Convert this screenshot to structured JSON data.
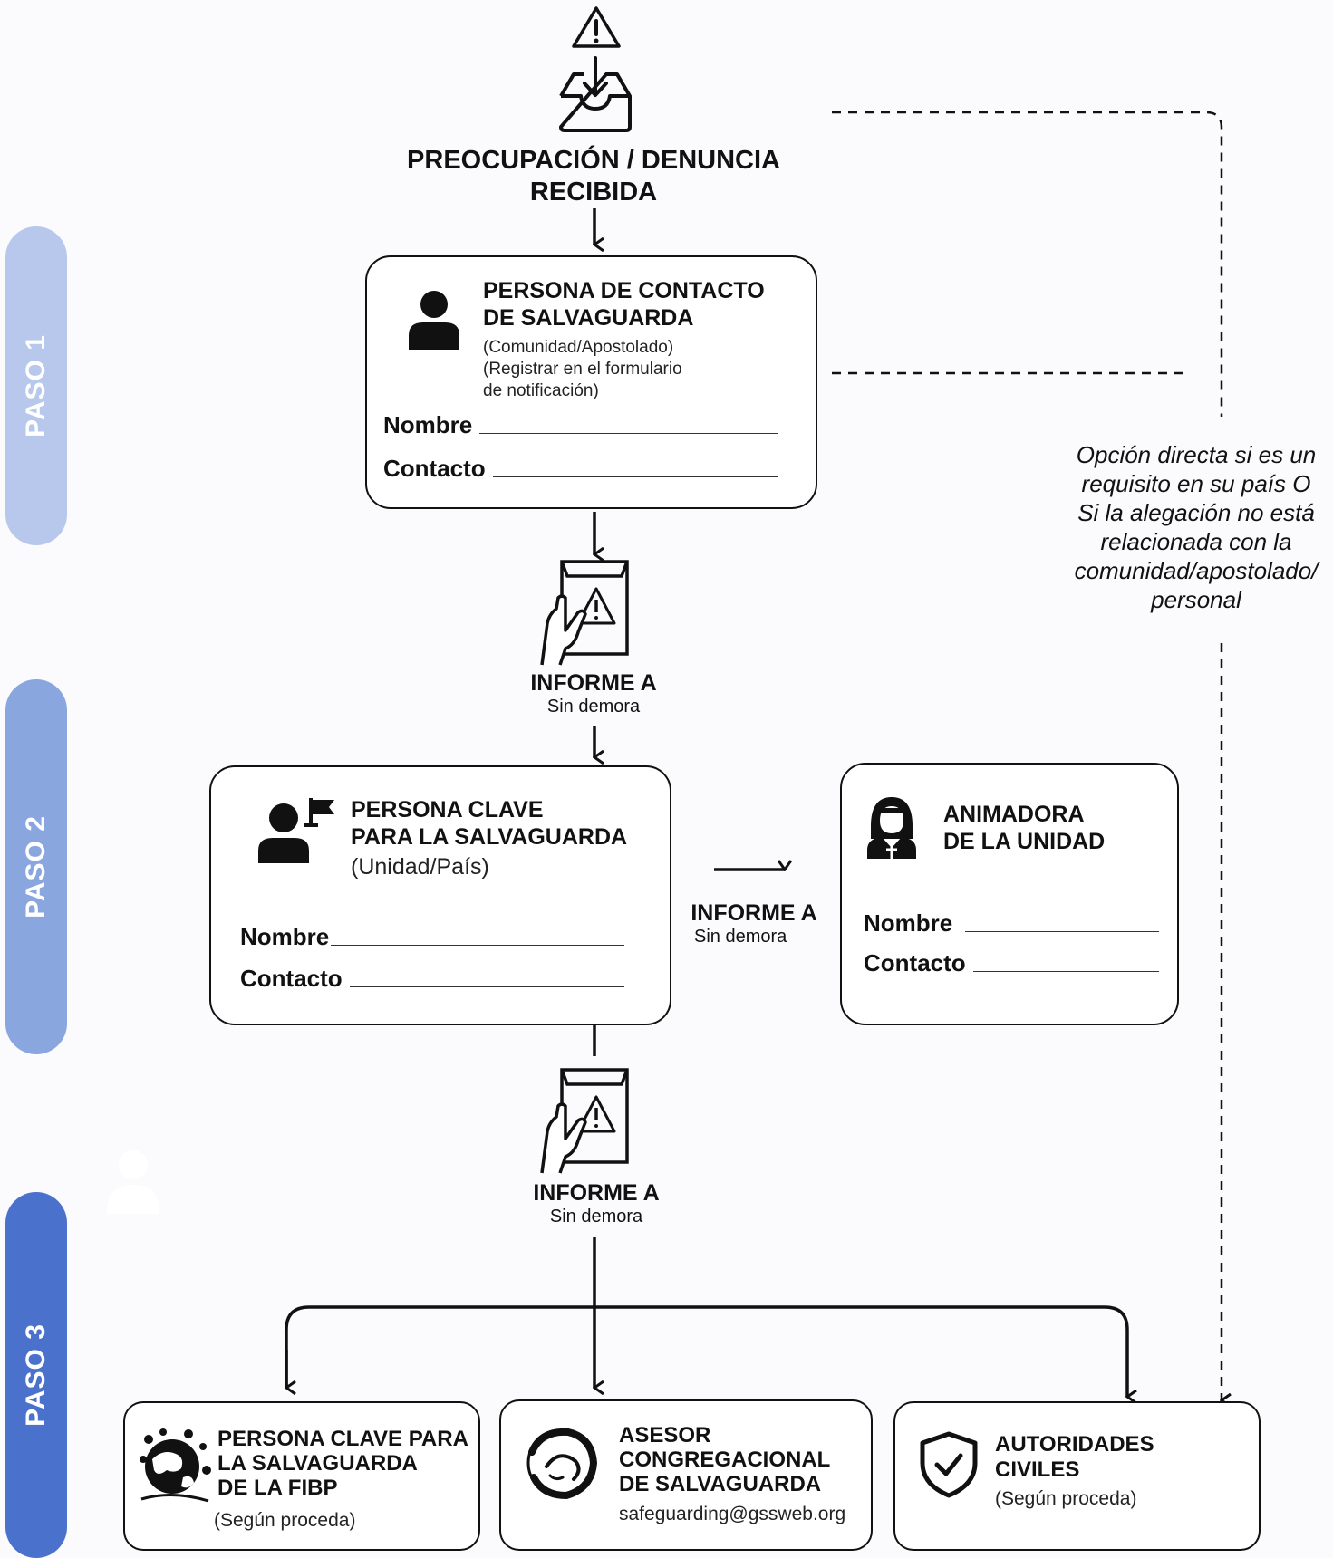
{
  "steps": [
    "PASO 1",
    "PASO 2",
    "PASO 3"
  ],
  "step_colors": [
    "#b7c8ec",
    "#8aa6df",
    "#4a72cc"
  ],
  "received": {
    "title_line1": "PREOCUPACIÓN / DENUNCIA",
    "title_line2": "RECIBIDA",
    "icons": [
      "warning-icon",
      "inbox-icon"
    ]
  },
  "contact_card": {
    "title_line1": "PERSONA DE CONTACTO",
    "title_line2": "DE SALVAGUARDA",
    "sub_line1": "(Comunidad/Apostolado)",
    "sub_line2": "(Registrar en el formulario",
    "sub_line3": "de notificación)",
    "field_name": "Nombre",
    "field_contact": "Contacto",
    "icon": "person-icon"
  },
  "informe_labels": [
    {
      "title": "INFORME A",
      "sub": "Sin demora"
    },
    {
      "title": "INFORME A",
      "sub": "Sin demora"
    },
    {
      "title": "INFORME A",
      "sub": "Sin demora"
    }
  ],
  "key_card": {
    "title_line1": "PERSONA CLAVE",
    "title_line2": "PARA LA SALVAGUARDA",
    "sub": "(Unidad/País)",
    "field_name": "Nombre",
    "field_contact": "Contacto",
    "icon": "person-flag-icon"
  },
  "leader_card": {
    "title_line1": "ANIMADORA",
    "title_line2": "DE LA UNIDAD",
    "field_name": "Nombre",
    "field_contact": "Contacto",
    "icon": "nun-icon"
  },
  "direct_note": {
    "line1": "Opción directa si es un",
    "line2": "requisito en su país O",
    "line3": "Si la alegación no está",
    "line4": "relacionada con la",
    "line5": "comunidad/apostolado/",
    "line6": "personal"
  },
  "bottom": [
    {
      "line1": "PERSONA CLAVE PARA",
      "line2": "LA SALVAGUARDA",
      "line3": "DE LA FIBP",
      "sub": "(Según proceda)",
      "icon": "fibp-globe-logo"
    },
    {
      "line1": "ASESOR",
      "line2": "CONGREGACIONAL",
      "line3": "DE SALVAGUARDA",
      "sub": "safeguarding@gssweb.org",
      "icon": "congregation-logo"
    },
    {
      "line1": "AUTORIDADES",
      "line2": "CIVILES",
      "sub": "(Según proceda)",
      "icon": "shield-check-icon"
    }
  ],
  "colors": {
    "line": "#111111",
    "background": "#fbfbfd"
  }
}
